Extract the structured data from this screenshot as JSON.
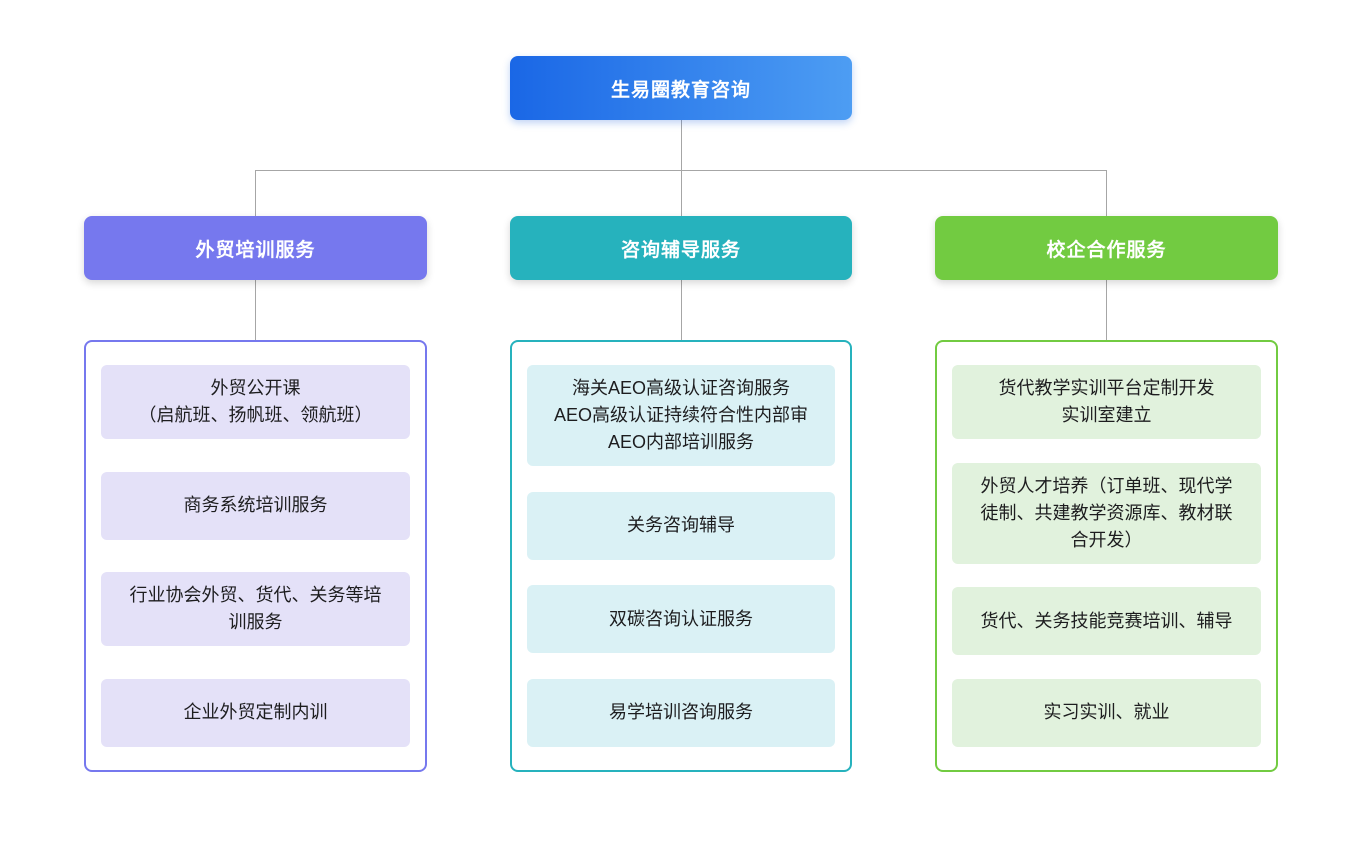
{
  "connector_color": "#a6a6a6",
  "root": {
    "title": "生易圈教育咨询",
    "gradient_from": "#1a67e6",
    "gradient_to": "#4d9df3",
    "text_color": "#ffffff"
  },
  "branches": [
    {
      "title": "外贸培训服务",
      "colors": {
        "header": "#7678ee",
        "item_bg": "#e4e1f8"
      },
      "items": [
        "外贸公开课\n（启航班、扬帆班、领航班）",
        "商务系统培训服务",
        "行业协会外贸、货代、关务等培训服务",
        "企业外贸定制内训"
      ]
    },
    {
      "title": "咨询辅导服务",
      "colors": {
        "header": "#26b2bd",
        "item_bg": "#daf1f5"
      },
      "items": [
        "海关AEO高级认证咨询服务\nAEO高级认证持续符合性内部审\nAEO内部培训服务",
        "关务咨询辅导",
        "双碳咨询认证服务",
        "易学培训咨询服务"
      ]
    },
    {
      "title": "校企合作服务",
      "colors": {
        "header": "#72cb41",
        "item_bg": "#e1f2dd"
      },
      "items": [
        "货代教学实训平台定制开发\n实训室建立",
        "外贸人才培养（订单班、现代学徒制、共建教学资源库、教材联合开发）",
        "货代、关务技能竞赛培训、辅导",
        "实习实训、就业"
      ]
    }
  ]
}
